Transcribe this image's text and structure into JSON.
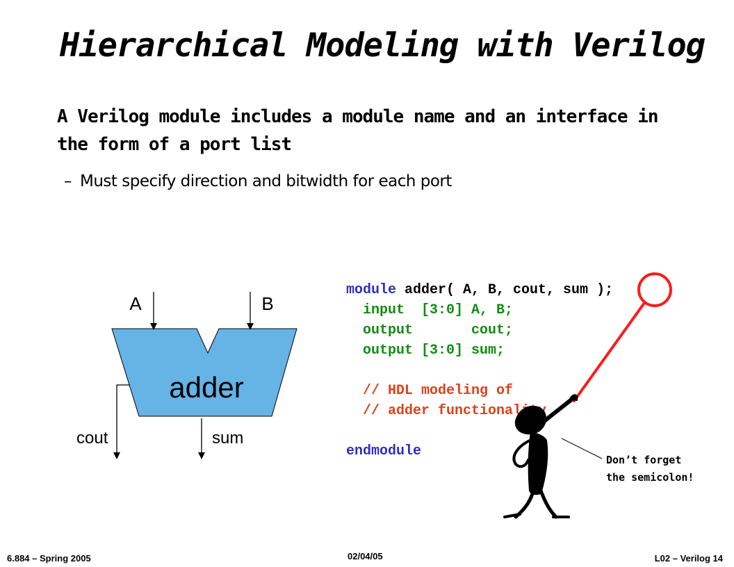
{
  "slide": {
    "title": "Hierarchical Modeling with Verilog",
    "bullet": "A Verilog module includes a module name and an interface in the form of a port list",
    "subbullet_dash": "–",
    "subbullet": "Must specify direction and bitwidth for each port"
  },
  "diagram": {
    "block_label": "adder",
    "input_a": "A",
    "input_b": "B",
    "output_cout": "cout",
    "output_sum": "sum",
    "block_color": "#66b3e6"
  },
  "code": {
    "line1_kw": "module",
    "line1_rest": " adder( A, B, cout, sum );",
    "line2_kw": "input",
    "line2_rest": "  [3:0] A, B;",
    "line3_kw": "output",
    "line3_rest": "       cout;",
    "line4_kw": "output",
    "line4_rest": " [3:0] sum;",
    "line5": "// HDL modeling of",
    "line6": "// adder functionality",
    "line7": "endmodule"
  },
  "callout": {
    "line1": "Don’t forget",
    "line2": "the semicolon!"
  },
  "footer": {
    "left": "6.884 – Spring 2005",
    "center": "02/04/05",
    "right": "L02 – Verilog   14"
  }
}
